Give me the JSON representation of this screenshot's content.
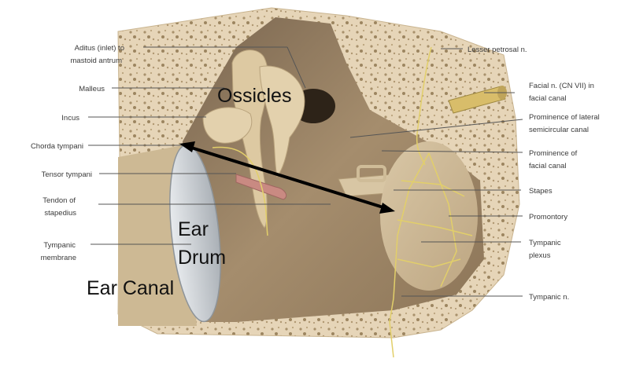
{
  "labels_left": {
    "aditus_line1": "Aditus (inlet) to",
    "aditus_line2": "mastoid antrum",
    "malleus": "Malleus",
    "incus": "Incus",
    "chorda_tympani": "Chorda tympani",
    "tensor_tympani": "Tensor tympani",
    "tendon_line1": "Tendon of",
    "tendon_line2": "stapedius",
    "tympanic_membrane_line1": "Tympanic",
    "tympanic_membrane_line2": "membrane"
  },
  "labels_right": {
    "lesser_petrosal": "Lesser petrosal n.",
    "facial_line1": "Facial n. (CN VII) in",
    "facial_line2": "facial canal",
    "lateral_line1": "Prominence of lateral",
    "lateral_line2": "semicircular canal",
    "prom_facial_line1": "Prominence of",
    "prom_facial_line2": "facial canal",
    "stapes": "Stapes",
    "promontory": "Promontory",
    "plexus_line1": "Tympanic",
    "plexus_line2": "plexus",
    "tympanic_n": "Tympanic n."
  },
  "annotations": {
    "ossicles": "Ossicles",
    "ear_line1": "Ear",
    "ear_line2": "Drum",
    "ear_canal": "Ear Canal"
  },
  "colors": {
    "bone": "#e6d5b8",
    "bone_pores": "#a8916c",
    "cavity": "#9b8466",
    "cavity_shadow": "#6e5a44",
    "ossicle": "#ddc9a2",
    "nerve": "#e2cf6a",
    "membrane": "#c8ccd0",
    "tendon": "#c98a82",
    "arrow": "#000000",
    "leader": "#555555"
  }
}
